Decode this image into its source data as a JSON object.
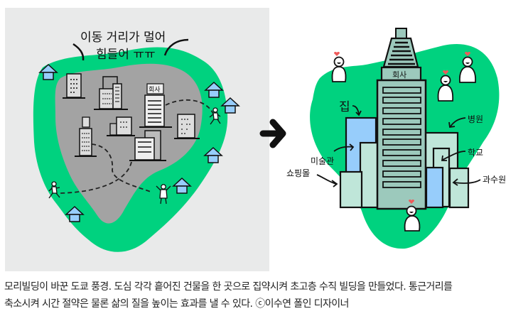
{
  "figure": {
    "left_panel": {
      "speech_line_1": "이동 거리가 멀어",
      "speech_line_2": "힘들어 ㅠㅠ",
      "office_sign": "회사"
    },
    "right_panel": {
      "tower_sign": "회사",
      "labels": {
        "home": "집",
        "hospital": "병원",
        "museum": "미술관",
        "school": "학교",
        "shopping_mall": "쇼핑몰",
        "orchard": "과수원"
      }
    },
    "colors": {
      "left_background": "#e9eaea",
      "green": "#00d27f",
      "gray_district": "#a3a3a3",
      "tower": "#9cc9bc",
      "light_building": "#bfe6d9",
      "blue_building": "#97cdfb",
      "heart": "#ef5a5a"
    }
  },
  "caption": {
    "line_1": "모리빌딩이 바꾼 도쿄 풍경. 도심 각각 흩어진 건물을 한 곳으로 집약시켜 초고층 수직 빌딩을 만들었다. 통근거리를",
    "line_2": "축소시켜 시간 절약은 물론 삶의 질을 높이는 효과를 낼 수 있다. ⓒ이수연 폴인 디자이너"
  }
}
